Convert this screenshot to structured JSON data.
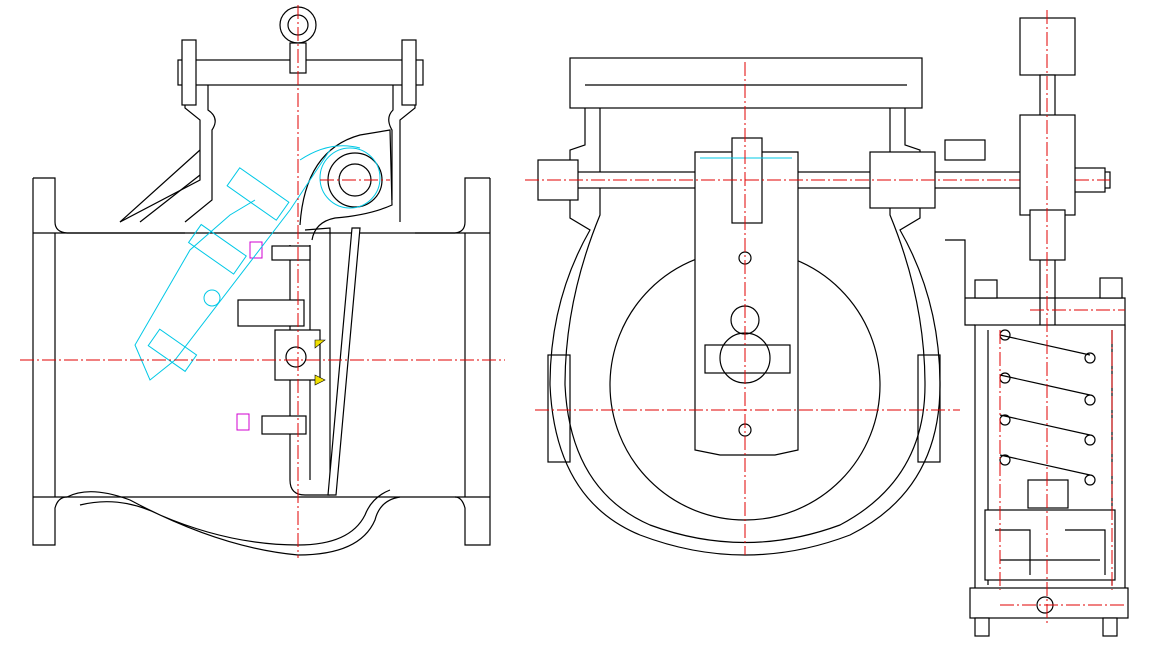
{
  "drawing": {
    "views": [
      "side-section",
      "front-section",
      "counterweight-actuator"
    ],
    "colors": {
      "outline": "#000000",
      "centerline": "#e00000",
      "alternate_position": "#00c8e6",
      "bolt_highlight": "#d000d0",
      "marker": "#f0e000",
      "background": "#ffffff"
    }
  }
}
